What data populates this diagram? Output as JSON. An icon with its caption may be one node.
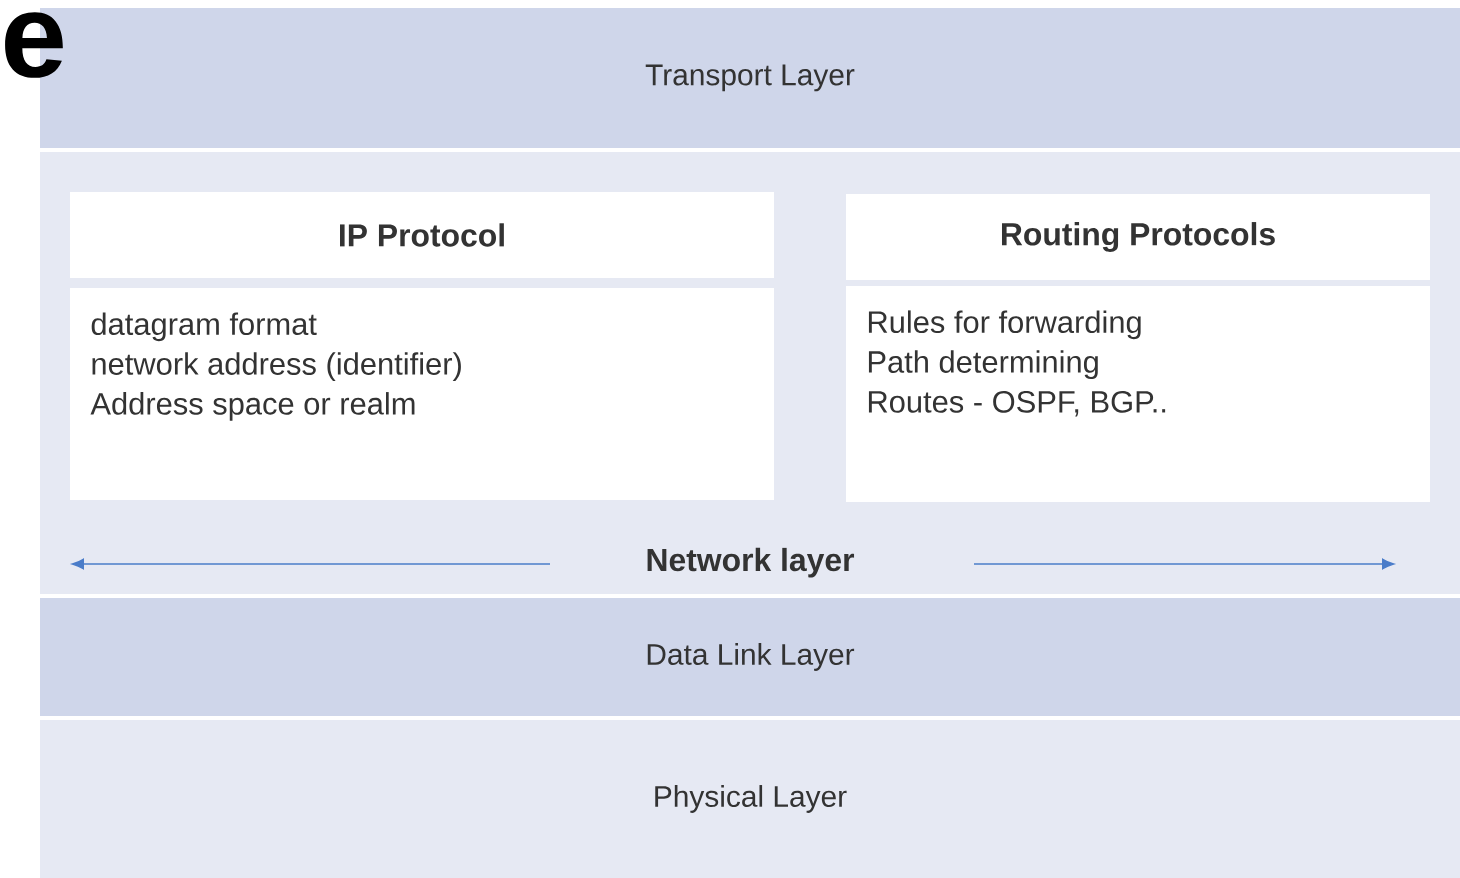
{
  "diagram": {
    "nodes": [
      {
        "text": [
          "Transport Layer"
        ]
      },
      {
        "text": [
          "Network layer"
        ]
      },
      {
        "text": [
          "IP Protocol"
        ],
        "in": 1
      },
      {
        "text": [
          "datagram format",
          "network address  (identifier)",
          "Address space or realm"
        ],
        "in": 1
      },
      {
        "text": [
          "Routing Protocols"
        ],
        "in": 1
      },
      {
        "text": [
          "Rules for forwarding",
          "Path determining",
          "Routes - OSPF, BGP.."
        ],
        "in": 1
      },
      {
        "text": [
          "Data Link Layer"
        ]
      },
      {
        "text": [
          "Physical Layer"
        ]
      }
    ],
    "edges": [],
    "labels": [
      "e"
    ]
  }
}
